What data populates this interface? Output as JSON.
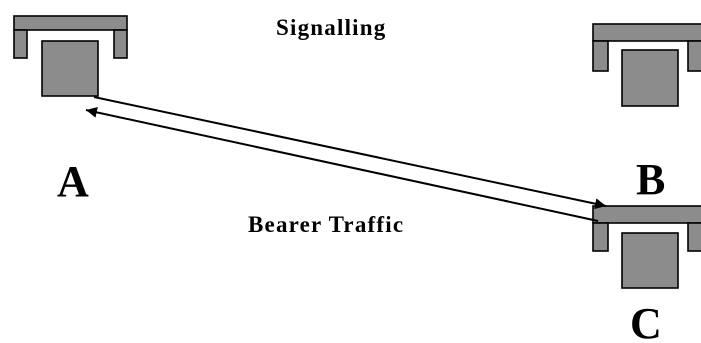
{
  "diagram": {
    "labels": {
      "signalling": "Signalling",
      "bearer_traffic": "Bearer Traffic"
    },
    "nodes": [
      {
        "id": "A",
        "label": "A"
      },
      {
        "id": "B",
        "label": "B"
      },
      {
        "id": "C",
        "label": "C"
      }
    ],
    "links": [
      {
        "from": "A",
        "to": "C",
        "direction": "forward"
      },
      {
        "from": "C",
        "to": "A",
        "direction": "backward"
      }
    ],
    "colors": {
      "terminal_fill": "#8c8c8c",
      "outline": "#000000",
      "background": "#ffffff"
    }
  }
}
